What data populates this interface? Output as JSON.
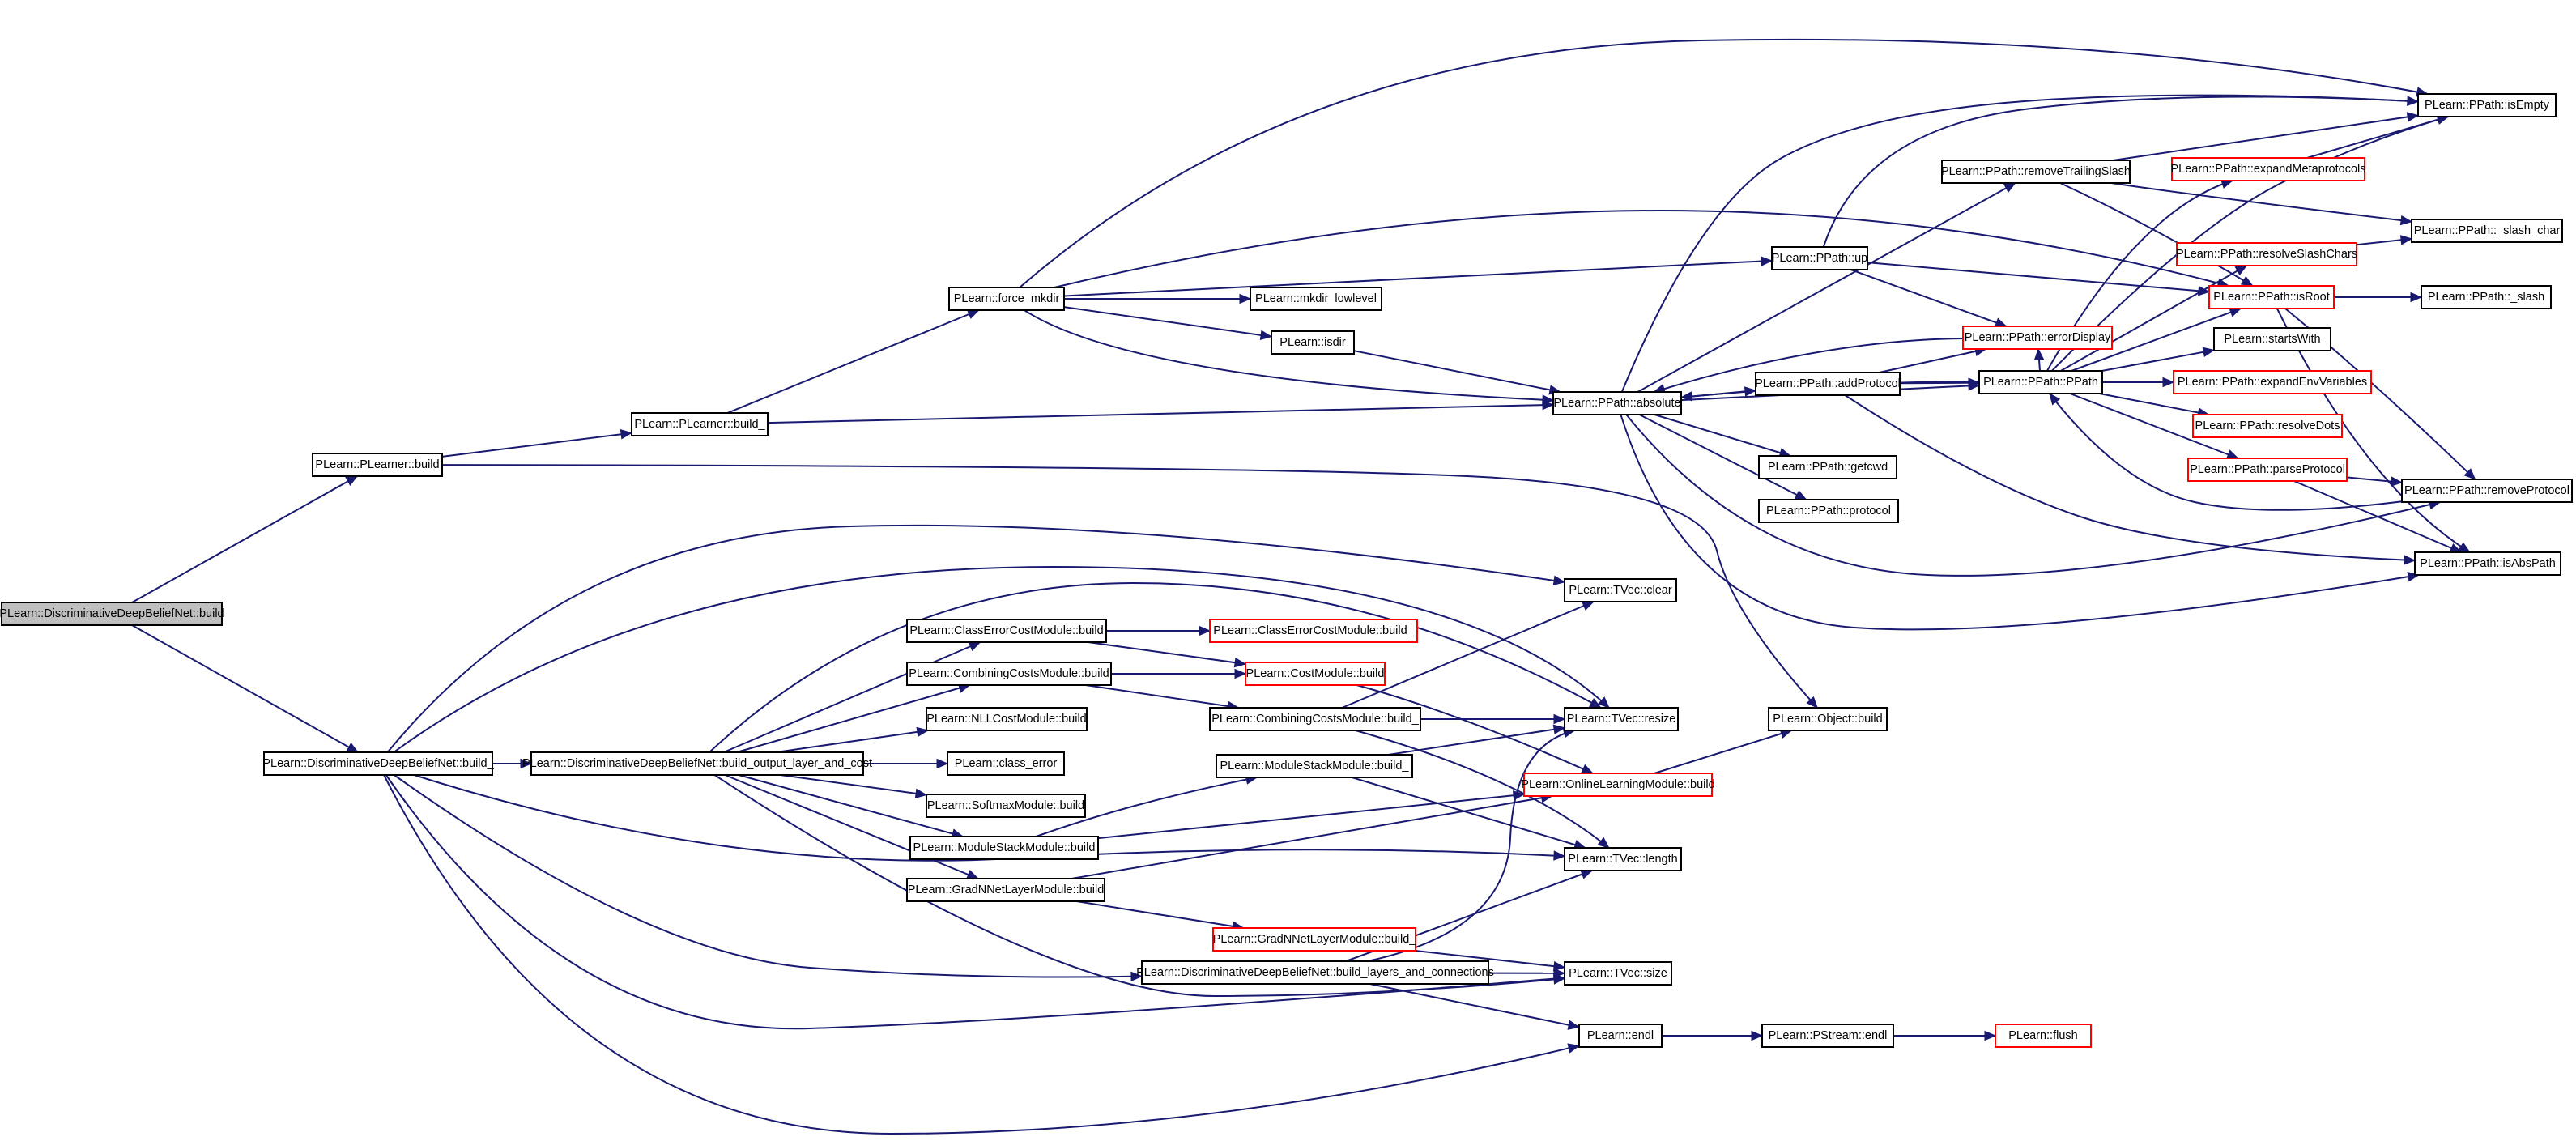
{
  "colors": {
    "edge": "#191970",
    "normal_border": "#000000",
    "truncated_border": "#ff0000",
    "root_fill": "#bfbfbf"
  },
  "nodes": [
    {
      "id": "n_dbn_build",
      "label": "PLearn::DiscriminativeDeepBeliefNet::build",
      "style": "root"
    },
    {
      "id": "n_plearner_build",
      "label": "PLearn::PLearner::build",
      "style": "normal"
    },
    {
      "id": "n_plearner_build_",
      "label": "PLearn::PLearner::build_",
      "style": "normal"
    },
    {
      "id": "n_force_mkdir",
      "label": "PLearn::force_mkdir",
      "style": "normal"
    },
    {
      "id": "n_mkdir_lowlevel",
      "label": "PLearn::mkdir_lowlevel",
      "style": "normal"
    },
    {
      "id": "n_isdir",
      "label": "PLearn::isdir",
      "style": "normal"
    },
    {
      "id": "n_ppath_up",
      "label": "PLearn::PPath::up",
      "style": "normal"
    },
    {
      "id": "n_ppath_absolute",
      "label": "PLearn::PPath::absolute",
      "style": "normal"
    },
    {
      "id": "n_ppath_removeTrailingSlash",
      "label": "PLearn::PPath::removeTrailingSlash",
      "style": "normal"
    },
    {
      "id": "n_ppath_errorDisplay",
      "label": "PLearn::PPath::errorDisplay",
      "style": "red"
    },
    {
      "id": "n_ppath_addProtocol",
      "label": "PLearn::PPath::addProtocol",
      "style": "normal"
    },
    {
      "id": "n_ppath_ppath",
      "label": "PLearn::PPath::PPath",
      "style": "normal"
    },
    {
      "id": "n_ppath_getcwd",
      "label": "PLearn::PPath::getcwd",
      "style": "normal"
    },
    {
      "id": "n_ppath_protocol",
      "label": "PLearn::PPath::protocol",
      "style": "normal"
    },
    {
      "id": "n_ppath_isEmpty",
      "label": "PLearn::PPath::isEmpty",
      "style": "normal"
    },
    {
      "id": "n_ppath_expandMetaprotocols",
      "label": "PLearn::PPath::expandMetaprotocols",
      "style": "red"
    },
    {
      "id": "n_ppath_slash_char",
      "label": "PLearn::PPath::_slash_char",
      "style": "normal"
    },
    {
      "id": "n_ppath_resolveSlashChars",
      "label": "PLearn::PPath::resolveSlashChars",
      "style": "red"
    },
    {
      "id": "n_ppath_isRoot",
      "label": "PLearn::PPath::isRoot",
      "style": "red"
    },
    {
      "id": "n_ppath_slash",
      "label": "PLearn::PPath::_slash",
      "style": "normal"
    },
    {
      "id": "n_startsWith",
      "label": "PLearn::startsWith",
      "style": "normal"
    },
    {
      "id": "n_ppath_expandEnvVariables",
      "label": "PLearn::PPath::expandEnvVariables",
      "style": "red"
    },
    {
      "id": "n_ppath_resolveDots",
      "label": "PLearn::PPath::resolveDots",
      "style": "red"
    },
    {
      "id": "n_ppath_parseProtocol",
      "label": "PLearn::PPath::parseProtocol",
      "style": "red"
    },
    {
      "id": "n_ppath_removeProtocol",
      "label": "PLearn::PPath::removeProtocol",
      "style": "normal"
    },
    {
      "id": "n_ppath_isAbsPath",
      "label": "PLearn::PPath::isAbsPath",
      "style": "normal"
    },
    {
      "id": "n_dbn_build_",
      "label": "PLearn::DiscriminativeDeepBeliefNet::build_",
      "style": "normal"
    },
    {
      "id": "n_dbn_build_output",
      "label": "PLearn::DiscriminativeDeepBeliefNet::build_output_layer_and_cost",
      "style": "normal"
    },
    {
      "id": "n_classerror_build",
      "label": "PLearn::ClassErrorCostModule::build",
      "style": "normal"
    },
    {
      "id": "n_classerror_build_",
      "label": "PLearn::ClassErrorCostModule::build_",
      "style": "red"
    },
    {
      "id": "n_combining_build",
      "label": "PLearn::CombiningCostsModule::build",
      "style": "normal"
    },
    {
      "id": "n_costmodule_build",
      "label": "PLearn::CostModule::build",
      "style": "red"
    },
    {
      "id": "n_combining_build_",
      "label": "PLearn::CombiningCostsModule::build_",
      "style": "normal"
    },
    {
      "id": "n_nllcost_build",
      "label": "PLearn::NLLCostModule::build",
      "style": "normal"
    },
    {
      "id": "n_class_error",
      "label": "PLearn::class_error",
      "style": "normal"
    },
    {
      "id": "n_softmax_build",
      "label": "PLearn::SoftmaxModule::build",
      "style": "normal"
    },
    {
      "id": "n_modulestack_build",
      "label": "PLearn::ModuleStackModule::build",
      "style": "normal"
    },
    {
      "id": "n_modulestack_build_",
      "label": "PLearn::ModuleStackModule::build_",
      "style": "normal"
    },
    {
      "id": "n_gradnnet_build",
      "label": "PLearn::GradNNetLayerModule::build",
      "style": "normal"
    },
    {
      "id": "n_gradnnet_build_",
      "label": "PLearn::GradNNetLayerModule::build_",
      "style": "red"
    },
    {
      "id": "n_dbn_build_layers",
      "label": "PLearn::DiscriminativeDeepBeliefNet::build_layers_and_connections",
      "style": "normal"
    },
    {
      "id": "n_tvec_clear",
      "label": "PLearn::TVec::clear",
      "style": "normal"
    },
    {
      "id": "n_tvec_resize",
      "label": "PLearn::TVec::resize",
      "style": "normal"
    },
    {
      "id": "n_online_build",
      "label": "PLearn::OnlineLearningModule::build",
      "style": "red"
    },
    {
      "id": "n_tvec_length",
      "label": "PLearn::TVec::length",
      "style": "normal"
    },
    {
      "id": "n_tvec_size",
      "label": "PLearn::TVec::size",
      "style": "normal"
    },
    {
      "id": "n_object_build",
      "label": "PLearn::Object::build",
      "style": "normal"
    },
    {
      "id": "n_endl",
      "label": "PLearn::endl",
      "style": "normal"
    },
    {
      "id": "n_pstream_endl",
      "label": "PLearn::PStream::endl",
      "style": "normal"
    },
    {
      "id": "n_flush",
      "label": "PLearn::flush",
      "style": "red"
    }
  ]
}
